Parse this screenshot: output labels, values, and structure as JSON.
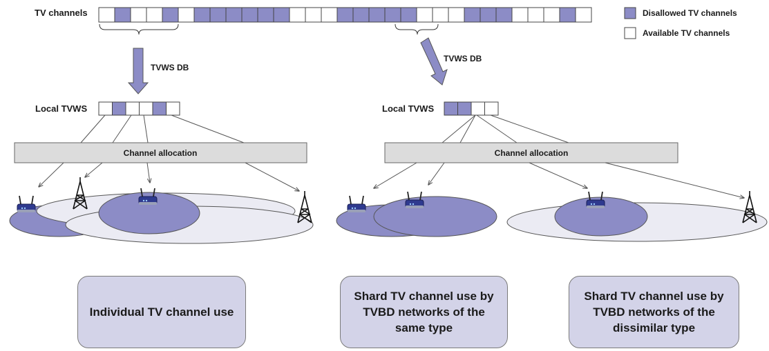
{
  "labels": {
    "tv_channels": "TV channels",
    "tvws_db": "TVWS DB",
    "local_tvws": "Local TVWS",
    "channel_allocation": "Channel allocation"
  },
  "legend": {
    "disallowed": "Disallowed TV channels",
    "available": "Available TV channels"
  },
  "colors": {
    "disallowed": "#8c8cc6",
    "available": "#ffffff",
    "coverage_primary": "#8c8cc6",
    "coverage_light": "#ebebf3",
    "allocation_bar": "#dcdcdc",
    "caption_bg": "#d3d3e8"
  },
  "tv_channel_strip": [
    0,
    1,
    0,
    0,
    1,
    0,
    1,
    1,
    1,
    1,
    1,
    1,
    0,
    0,
    0,
    1,
    1,
    1,
    1,
    1,
    0,
    0,
    0,
    1,
    1,
    1,
    0,
    0,
    0,
    1,
    0
  ],
  "local_tvws_left": [
    0,
    1,
    0,
    0,
    1,
    0
  ],
  "local_tvws_right": [
    1,
    1,
    0,
    0
  ],
  "icons": {
    "router": "wireless-router-icon",
    "tower": "tv-tower-icon"
  },
  "captions": {
    "individual": "Individual TV channel use",
    "shared_same": "Shard TV channel use by TVBD networks of the same type",
    "shared_dissimilar": "Shard TV channel use by TVBD networks of the dissimilar type"
  }
}
